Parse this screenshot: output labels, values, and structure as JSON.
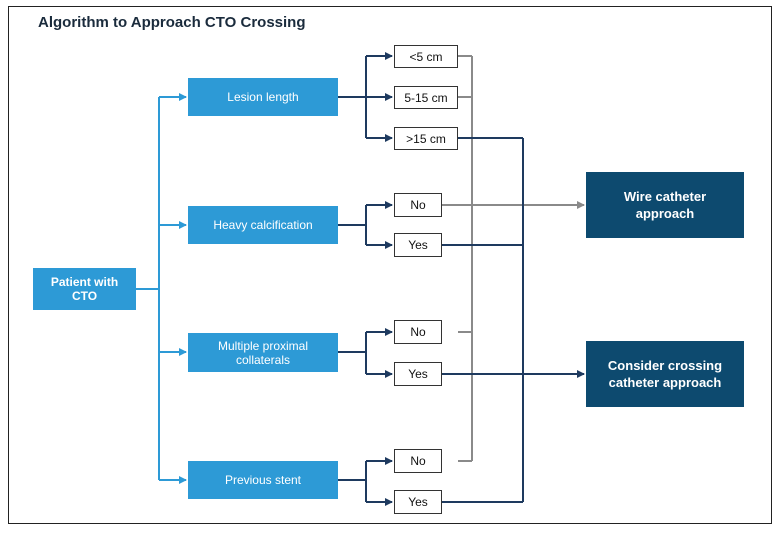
{
  "title": "Algorithm to Approach CTO Crossing",
  "colors": {
    "light_blue": "#2d9ad6",
    "navy": "#0d4a6f",
    "dark_connector": "#1e3a5f",
    "gray_connector": "#8a8a8a"
  },
  "start": {
    "label": "Patient with CTO"
  },
  "criteria": [
    {
      "label": "Lesion length"
    },
    {
      "label": "Heavy calcification"
    },
    {
      "label": "Multiple proximal collaterals"
    },
    {
      "label": "Previous stent"
    }
  ],
  "options": {
    "lesion_lt5": "<5 cm",
    "lesion_5_15": "5-15 cm",
    "lesion_gt15": ">15 cm",
    "calc_no": "No",
    "calc_yes": "Yes",
    "coll_no": "No",
    "coll_yes": "Yes",
    "stent_no": "No",
    "stent_yes": "Yes"
  },
  "outcomes": {
    "wire": "Wire catheter approach",
    "crossing": "Consider crossing catheter approach"
  }
}
